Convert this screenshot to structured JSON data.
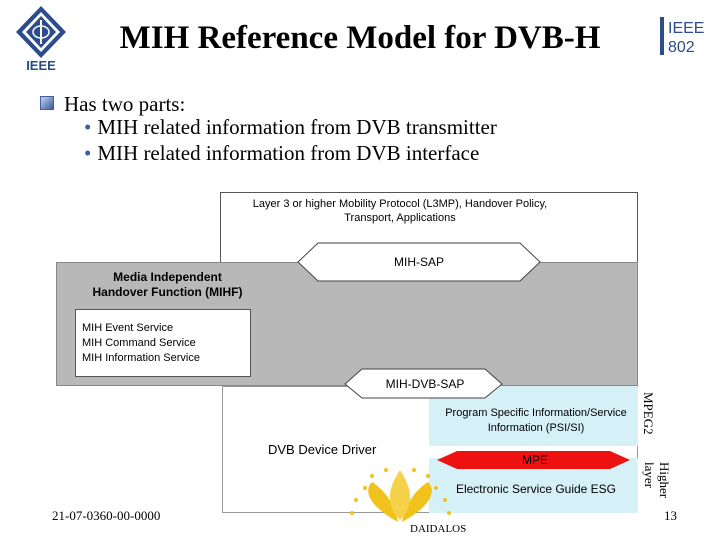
{
  "slide": {
    "title": "MIH Reference Model for DVB-H",
    "main_bullet": "Has two parts:",
    "sub_bullets": [
      "MIH related information from DVB transmitter",
      "MIH related information from DVB interface"
    ]
  },
  "logos": {
    "ieee_text": "IEEE",
    "ieee802_top": "IEEE",
    "ieee802_bottom": "802"
  },
  "diagram": {
    "l3mp": "Layer 3 or higher Mobility Protocol (L3MP), Handover Policy, Transport, Applications",
    "mih_sap": "MIH-SAP",
    "mihf_line1": "Media Independent",
    "mihf_line2": "Handover Function (MIHF)",
    "services": [
      "MIH Event Service",
      "MIH Command Service",
      "MIH Information Service"
    ],
    "mih_dvb_sap": "MIH-DVB-SAP",
    "psi_si": "Program Specific Information/Service Information (PSI/SI)",
    "dvb_driver": "DVB Device Driver",
    "mpe": "MPE",
    "esg": "Electronic Service Guide ESG",
    "mpeg2": "MPEG2",
    "higher_layer": "Higher layer"
  },
  "footer": {
    "doc_id": "21-07-0360-00-0000",
    "brand": "DAIDALOS",
    "page": "13"
  },
  "colors": {
    "mihf_gray": "#b8b8b8",
    "light_blue": "#d6f0f8",
    "mpe_red": "#ee1111",
    "navy": "#2c4c8c"
  }
}
